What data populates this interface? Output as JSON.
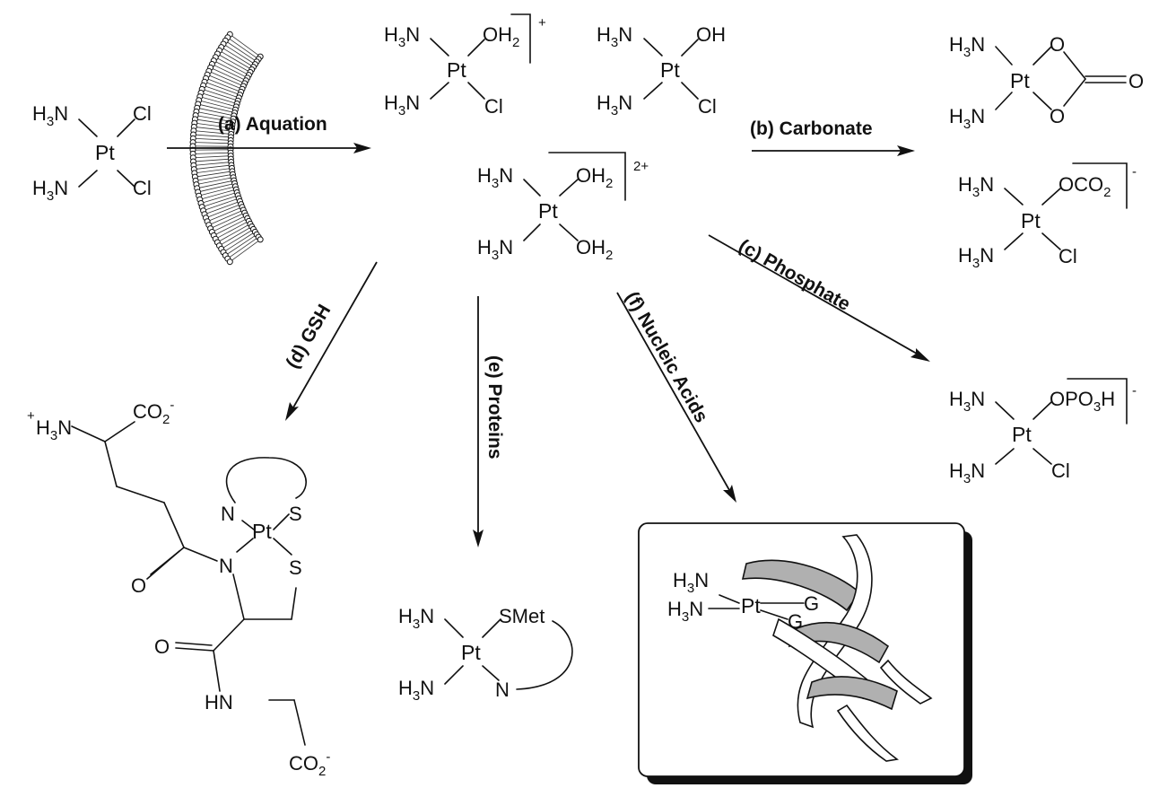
{
  "atoms": {
    "pt": "Pt",
    "n": "N",
    "s": "S",
    "o": "O",
    "h3": "H",
    "h3_sub": "3",
    "cl": "Cl",
    "oh": "OH",
    "oh2": "OH",
    "oh2_sub": "2",
    "o2_sub": "2",
    "co": "CO",
    "opo": "OPO",
    "po_sub": "3",
    "h": "H",
    "hn": "HN",
    "smet": "SMet",
    "g": "G",
    "plus": "+",
    "two_plus": "2+",
    "minus": "-",
    "plus_h3n": "+"
  },
  "reactions": {
    "a": "(a) Aquation",
    "b": "(b) Carbonate",
    "c": "(c) Phosphate",
    "d": "(d) GSH",
    "e": "(e) Proteins",
    "f": "(f) Nucleic Acids"
  }
}
